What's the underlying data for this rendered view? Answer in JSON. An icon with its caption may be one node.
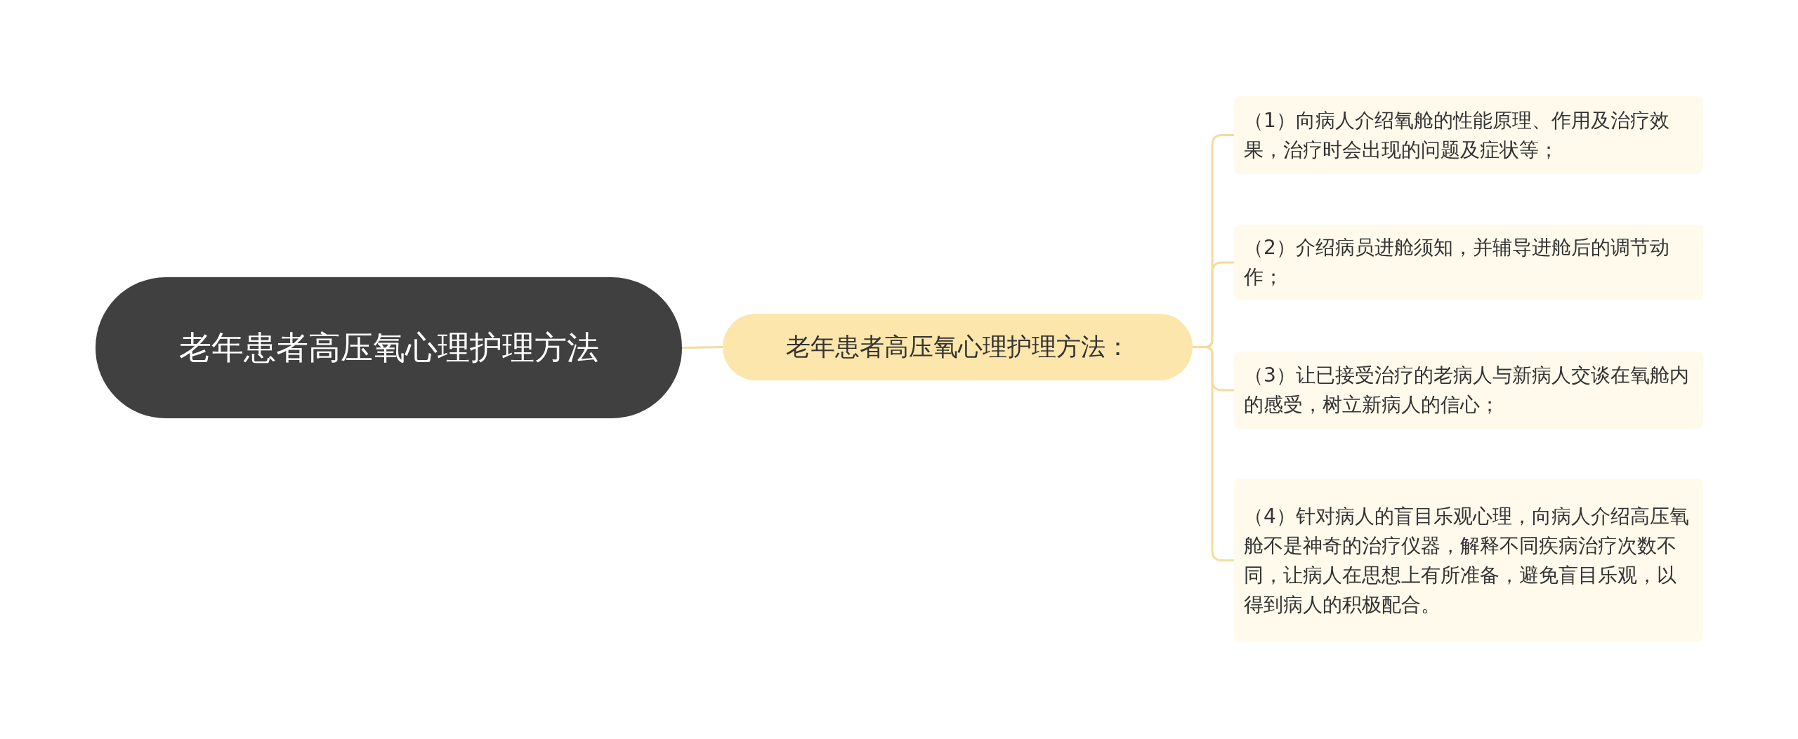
{
  "diagram": {
    "nodes": [
      {
        "text": [
          "老年患者高压氧心理护理方法"
        ]
      },
      {
        "text": [
          "老年患者高压氧心理护理方法："
        ]
      },
      {
        "text": [
          "（1）向病人介绍氧舱的性能原理、作用及治疗效果，治疗时会出现的问题及症状等；"
        ]
      },
      {
        "text": [
          "（2）介绍病员进舱须知，并辅导进舱后的调节动作；"
        ]
      },
      {
        "text": [
          "（3）让已接受治疗的老病人与新病人交谈在氧舱内的感受，树立新病人的信心；"
        ]
      },
      {
        "text": [
          "（4）针对病人的盲目乐观心理，向病人介绍高压氧舱不是神奇的治疗仪器，解释不同疾病治疗次数不同，让病人在思想上有所准备，避免盲目乐观，以得到病人的积极配合。"
        ]
      }
    ],
    "edges": [
      {
        "from": 0,
        "to": 1,
        "arrow": "none"
      },
      {
        "from": 1,
        "to": 2,
        "arrow": "none"
      },
      {
        "from": 1,
        "to": 3,
        "arrow": "none"
      },
      {
        "from": 1,
        "to": 4,
        "arrow": "none"
      },
      {
        "from": 1,
        "to": 5,
        "arrow": "none"
      }
    ]
  }
}
